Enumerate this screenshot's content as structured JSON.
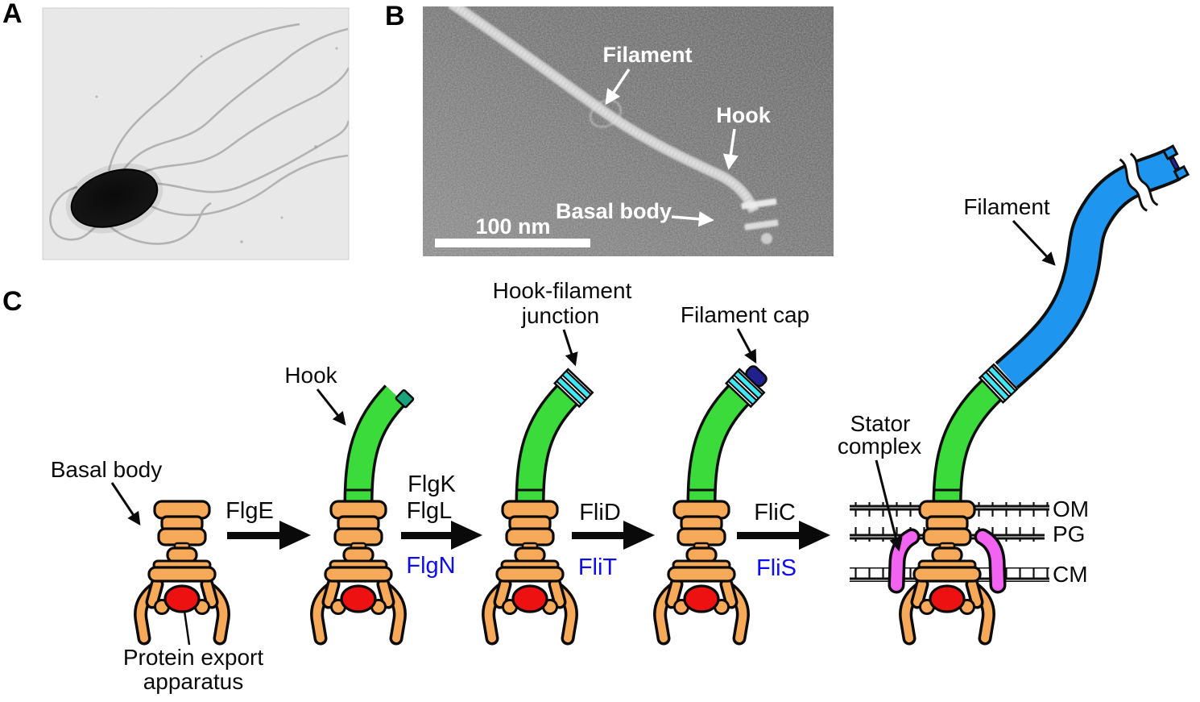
{
  "panels": {
    "a": {
      "label": "A"
    },
    "b": {
      "label": "B",
      "filament_label": "Filament",
      "hook_label": "Hook",
      "basal_body_label": "Basal body",
      "scale_label": "100 nm"
    },
    "c": {
      "label": "C",
      "basal_body_label": "Basal body",
      "hook_label": "Hook",
      "junction_label_line1": "Hook-filament",
      "junction_label_line2": "junction",
      "filament_cap_label": "Filament cap",
      "filament_label": "Filament",
      "stator_label_line1": "Stator",
      "stator_label_line2": "complex",
      "export_label_line1": "Protein export",
      "export_label_line2": "apparatus",
      "proteins": {
        "flgE": "FlgE",
        "flgK": "FlgK",
        "flgL": "FlgL",
        "flgN": "FlgN",
        "fliD": "FliD",
        "fliT": "FliT",
        "fliC": "FliC",
        "fliS": "FliS"
      },
      "membranes": {
        "om": "OM",
        "pg": "PG",
        "cm": "CM"
      }
    }
  },
  "colors": {
    "basal_body_orange": "#F6A958",
    "hook_green": "#3BDB3B",
    "filament_blue": "#1E96F0",
    "junction_cyan": "#40E8F5",
    "filament_cap_navy": "#20208F",
    "hook_cap_teal": "#19A37C",
    "export_apparatus_red": "#EE1111",
    "stator_pink": "#F263F2",
    "chaperone_text_blue": "#0D0DEE"
  }
}
